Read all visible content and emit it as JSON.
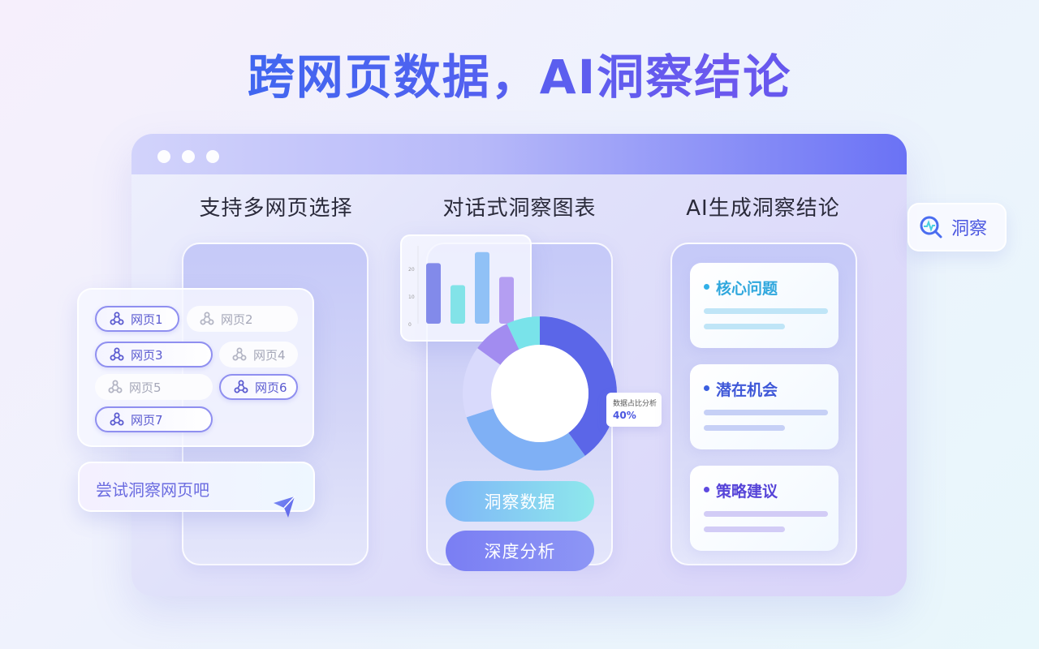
{
  "headline": "跨网页数据，AI洞察结论",
  "columns": {
    "col1": "支持多网页选择",
    "col2": "对话式洞察图表",
    "col3": "AI生成洞察结论"
  },
  "web_chips": [
    {
      "label": "网页1",
      "active": true
    },
    {
      "label": "网页2",
      "active": false
    },
    {
      "label": "网页3",
      "active": true
    },
    {
      "label": "网页4",
      "active": false
    },
    {
      "label": "网页5",
      "active": false
    },
    {
      "label": "网页6",
      "active": true
    },
    {
      "label": "网页7",
      "active": true
    }
  ],
  "input": {
    "text": "尝试洞察网页吧"
  },
  "chart_data": [
    {
      "type": "bar",
      "categories": [
        "",
        "",
        "",
        ""
      ],
      "values": [
        22,
        14,
        26,
        17
      ],
      "yticks": [
        "20",
        "10",
        "0"
      ],
      "ylim": [
        0,
        28
      ],
      "colors": [
        "#6f78e6",
        "#6fe0e4",
        "#7fb8f5",
        "#a98ff0"
      ]
    },
    {
      "type": "pie",
      "slices": [
        {
          "value": 40,
          "color": "#5b66e8"
        },
        {
          "value": 30,
          "color": "#7fb0f5"
        },
        {
          "value": 15,
          "color": "#d9dafc"
        },
        {
          "value": 8,
          "color": "#a28cf0"
        },
        {
          "value": 7,
          "color": "#79e3ea"
        }
      ],
      "annotation": {
        "label": "数据占比分析",
        "value": "40%"
      }
    }
  ],
  "buttons": {
    "insight_data": "洞察数据",
    "deep_analysis": "深度分析"
  },
  "cards": [
    {
      "title": "核心问题",
      "title_color": "#2fa7dd",
      "bullet_color": "#31b0e8",
      "line_color": "#bfe5f7"
    },
    {
      "title": "潜在机会",
      "title_color": "#3f58d8",
      "bullet_color": "#3b5fe0",
      "line_color": "#c6d0f6"
    },
    {
      "title": "策略建议",
      "title_color": "#5644d8",
      "bullet_color": "#5e4ae0",
      "line_color": "#d2ccf6"
    }
  ],
  "badge": {
    "label": "洞察"
  },
  "colors": {
    "accent": "#5b66e8",
    "title_gradient_start": "#2f6bf0",
    "title_gradient_end": "#6c58ee"
  }
}
